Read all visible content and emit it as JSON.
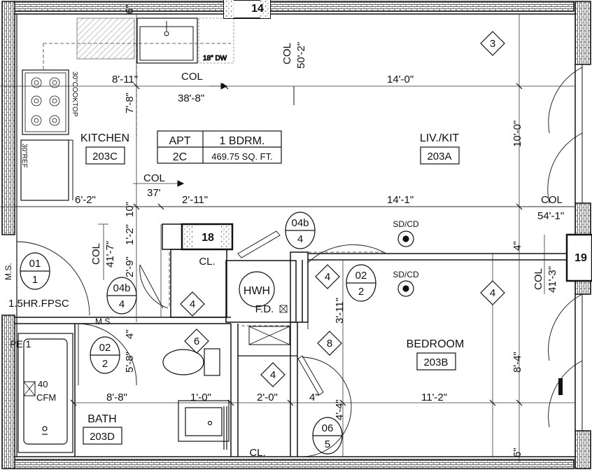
{
  "apartment": {
    "apt_label": "APT",
    "apt_number": "2C",
    "unit_type": "1 BDRM.",
    "area": "469.75 SQ. FT."
  },
  "rooms": [
    {
      "name": "KITCHEN",
      "number": "203C"
    },
    {
      "name": "LIV./KIT",
      "number": "203A"
    },
    {
      "name": "BEDROOM",
      "number": "203B"
    },
    {
      "name": "BATH",
      "number": "203D"
    }
  ],
  "closets": {
    "closet_1": "CL.",
    "closet_2": "CL."
  },
  "appliances": {
    "dishwasher": "18\" DW",
    "cooktop": "30\"COOKTOP",
    "refrigerator": "30\"REF",
    "water_heater": "HWH",
    "floor_drain": "F.D.",
    "exhaust_fan_size": "40",
    "exhaust_fan_unit": "CFM",
    "medicine_shelf": "M.S.",
    "medicine_shelf_2": "M.S.",
    "fire_panel": "1.5HR.FPSC",
    "pe": "PE 1"
  },
  "detectors": {
    "sd1": "SD/CD",
    "sd2": "SD/CD"
  },
  "column_tags": [
    {
      "label": "COL",
      "value": "50'-2\""
    },
    {
      "label": "COL",
      "value": "38'-8\""
    },
    {
      "label": "COL",
      "value": "37'"
    },
    {
      "label": "COL",
      "value": "41'-7\""
    },
    {
      "label": "COL",
      "value": "54'-1\""
    },
    {
      "label": "COL",
      "value": "41'-3\""
    }
  ],
  "dimensions": {
    "top_left": "8'-11\"",
    "top_right": "14'-0\"",
    "kitchen_depth": "7'-8\"",
    "liv_depth": "10'-0\"",
    "mid_left": "6'-2\"",
    "mid_small": "2'-11\"",
    "mid_right": "14'-1\"",
    "dim_10": "10\"",
    "dim_1_2": "1'-2\"",
    "dim_2_9": "2'-9\"",
    "dim_4_a": "4\"",
    "dim_4_b": "4\"",
    "dim_4_c": "4\"",
    "dim_6_a": "6\"",
    "dim_6_b": "6\"",
    "dim_3_11": "3'-11\"",
    "dim_5_8": "5'-8\"",
    "dim_8_4": "8'-4\"",
    "dim_4_4": "4'-4\"",
    "bot_8_8": "8'-8\"",
    "bot_1_0": "1'-0\"",
    "bot_2_0": "2'-0\"",
    "bot_11_2": "11'-2\""
  },
  "markers": {
    "m14": "14",
    "m18": "18",
    "m19": "19",
    "d3": "3",
    "d4_a": "4",
    "d4_b": "4",
    "d4_c": "4",
    "d4_d": "4",
    "d6": "6",
    "d8": "8"
  },
  "door_tags": [
    {
      "top": "01",
      "bottom": "1"
    },
    {
      "top": "04b",
      "bottom": "4"
    },
    {
      "top": "04b",
      "bottom": "4"
    },
    {
      "top": "02",
      "bottom": "2"
    },
    {
      "top": "02",
      "bottom": "2"
    },
    {
      "top": "06",
      "bottom": "5"
    }
  ],
  "colors": {
    "ink": "#111111",
    "hatch": "#666666",
    "dim_line": "#333333"
  }
}
